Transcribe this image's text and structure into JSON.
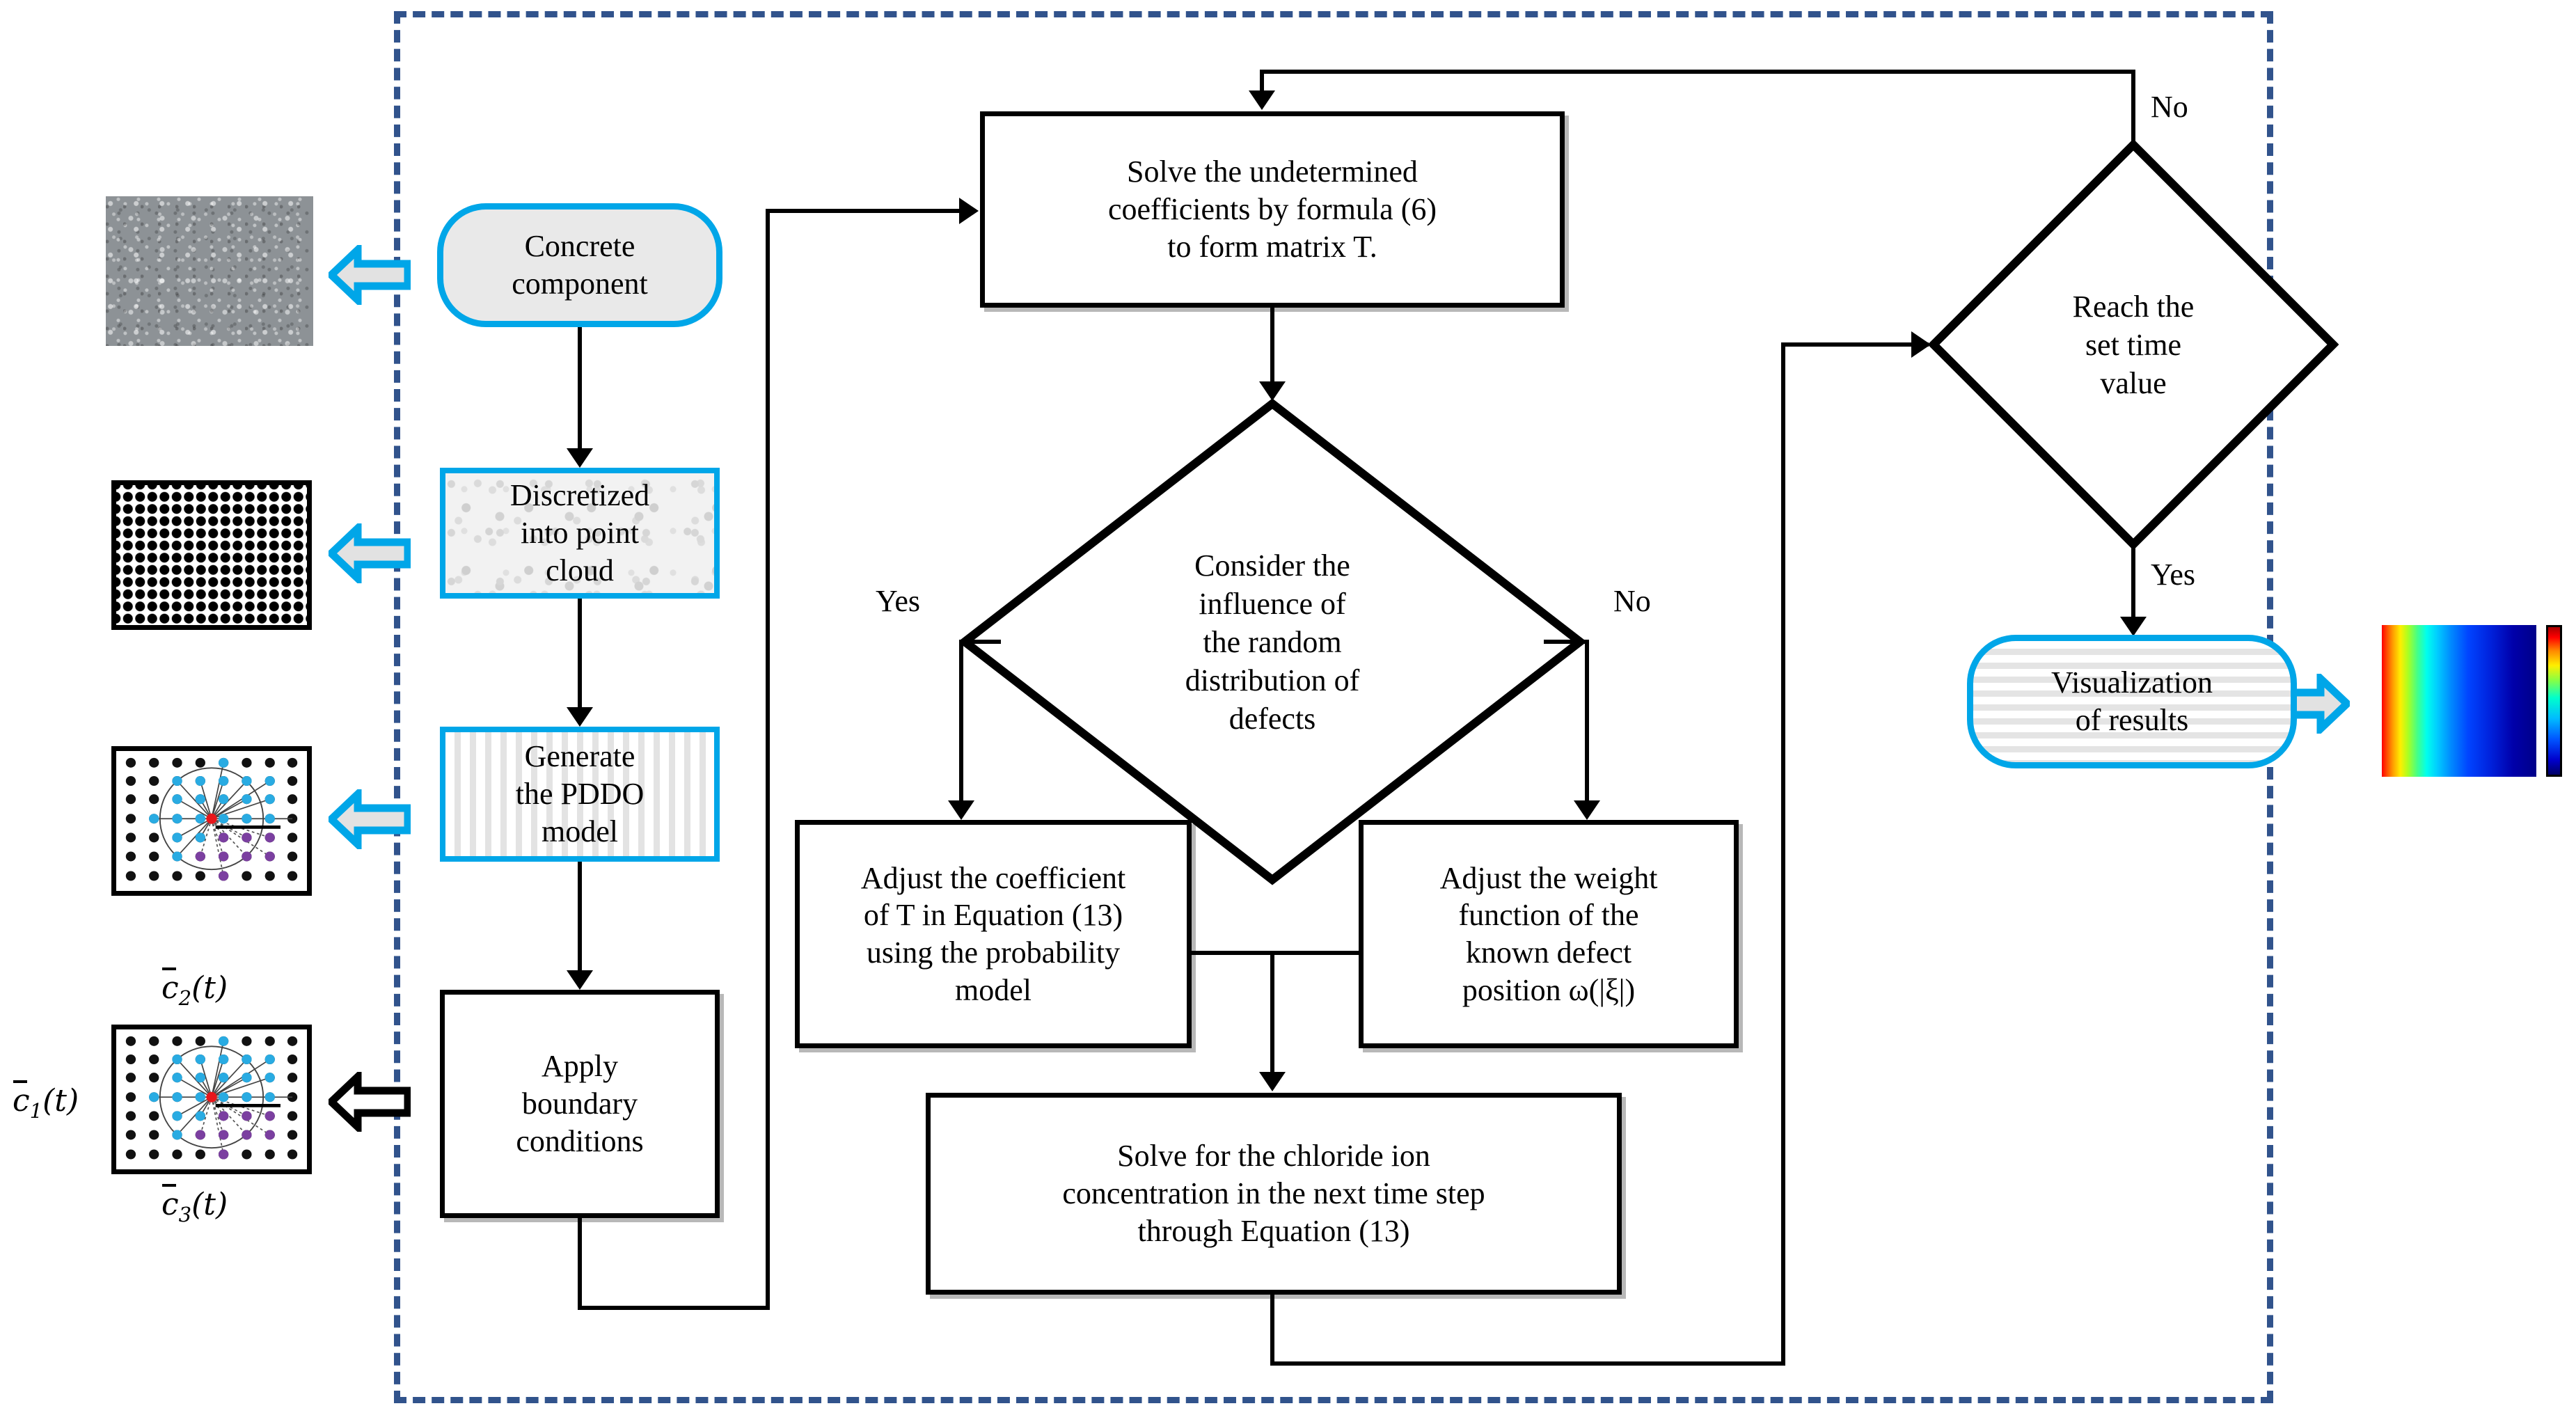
{
  "frame": {
    "dash_color": "#31538C",
    "accent_cyan": "#00A6E8"
  },
  "flow_nodes": {
    "start": {
      "label": "Concrete\ncomponent"
    },
    "discretize": {
      "label": "Discretized\ninto point\ncloud"
    },
    "pddo": {
      "label": "Generate\nthe PDDO\nmodel"
    },
    "boundary": {
      "label": "Apply\nboundary\nconditions"
    },
    "solve_matrix": {
      "label": "Solve the undetermined\ncoefficients by formula (6)\nto form matrix T."
    },
    "decision_defects": {
      "label": "Consider the\ninfluence of\nthe random\ndistribution of\ndefects"
    },
    "adjust_coeff": {
      "label": "Adjust the coefficient\nof T in Equation (13)\nusing the probability\nmodel"
    },
    "adjust_weight": {
      "label": "Adjust the weight\nfunction of the\nknown defect\nposition  ω(|ξ|)"
    },
    "solve_chloride": {
      "label": "Solve for the chloride ion\nconcentration in the next time step\nthrough Equation (13)"
    },
    "decision_time": {
      "label": "Reach the\nset time\nvalue"
    },
    "visualization": {
      "label": "Visualization\nof results"
    }
  },
  "edge_labels": {
    "defects_yes": "Yes",
    "defects_no": "No",
    "time_no": "No",
    "time_yes": "Yes"
  },
  "thumbnails": {
    "concrete_specimen": {
      "name": "concrete-specimen-photo"
    },
    "point_cloud": {
      "name": "point-cloud-grid"
    },
    "pddo_family": {
      "name": "pddo-horizon-family"
    },
    "boundary_family": {
      "name": "boundary-condition-family"
    },
    "result_field": {
      "name": "chloride-concentration-field"
    }
  },
  "math_labels": {
    "c1": "c̅1(t)",
    "c2": "c̅2(t)",
    "c3": "c̅3(t)",
    "c1_base": "c",
    "c1_sub": "1",
    "c1_arg": "(t)",
    "c2_base": "c",
    "c2_sub": "2",
    "c2_arg": "(t)",
    "c3_base": "c",
    "c3_sub": "3",
    "c3_arg": "(t)"
  },
  "icons": {
    "arrow_left_block": "block-arrow-left-icon",
    "arrow_right_block": "block-arrow-right-icon",
    "arrow_left_outline": "outline-arrow-left-icon"
  }
}
